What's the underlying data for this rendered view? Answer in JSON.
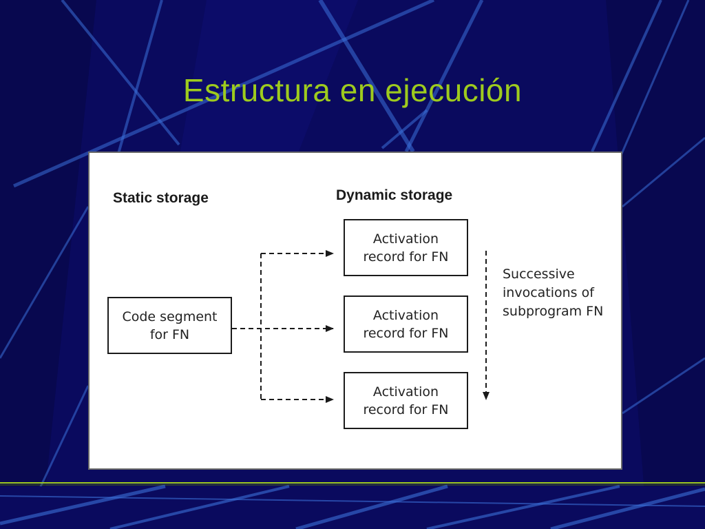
{
  "slide": {
    "title": "Estructura en ejecución",
    "colors": {
      "background": "#0a0a5e",
      "title": "#9ecb1e",
      "accent_line": "#9ecb1e"
    }
  },
  "diagram": {
    "static_heading": "Static storage",
    "dynamic_heading": "Dynamic storage",
    "code_segment": {
      "line1": "Code segment",
      "line2": "for FN"
    },
    "activation_records": [
      {
        "line1": "Activation",
        "line2": "record for FN"
      },
      {
        "line1": "Activation",
        "line2": "record for FN"
      },
      {
        "line1": "Activation",
        "line2": "record for FN"
      }
    ],
    "note": {
      "line1": "Successive",
      "line2": "invocations of",
      "line3": "subprogram FN"
    }
  }
}
